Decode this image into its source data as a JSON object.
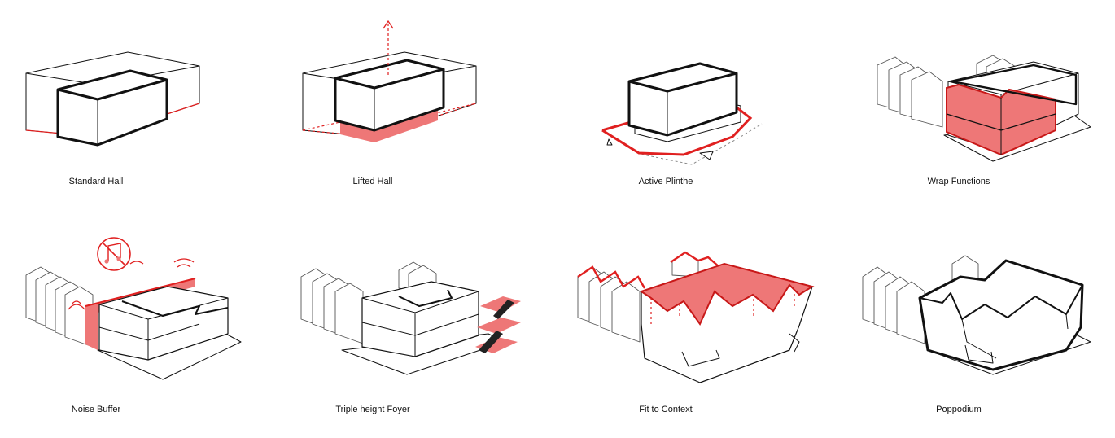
{
  "colors": {
    "accent": "#e02020",
    "accent_fill": "#ee7777",
    "line": "#111111"
  },
  "panels": [
    {
      "caption": "Standard Hall"
    },
    {
      "caption": "Lifted Hall"
    },
    {
      "caption": "Active Plinthe"
    },
    {
      "caption": "Wrap Functions"
    },
    {
      "caption": "Noise Buffer"
    },
    {
      "caption": "Triple height Foyer"
    },
    {
      "caption": "Fit to Context"
    },
    {
      "caption": "Poppodium"
    }
  ],
  "icons": [
    "no-music-icon",
    "sound-wave-icon",
    "up-arrow-icon"
  ]
}
